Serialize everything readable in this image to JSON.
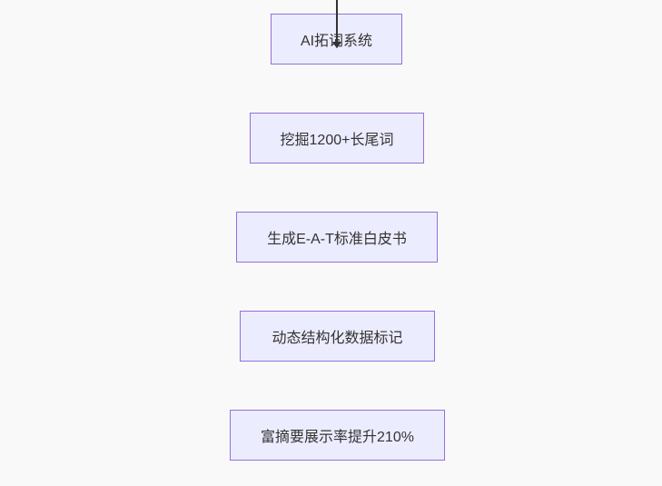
{
  "diagram": {
    "type": "flowchart",
    "direction": "top-down",
    "nodes": [
      {
        "id": "n1",
        "label": "AI拓词系统"
      },
      {
        "id": "n2",
        "label": "挖掘1200+长尾词"
      },
      {
        "id": "n3",
        "label": "生成E-A-T标准白皮书"
      },
      {
        "id": "n4",
        "label": "动态结构化数据标记"
      },
      {
        "id": "n5",
        "label": "富摘要展示率提升210%"
      }
    ],
    "edges": [
      {
        "from": "n1",
        "to": "n2",
        "style": "arrow-down"
      },
      {
        "from": "n2",
        "to": "n3",
        "style": "arrow-down"
      },
      {
        "from": "n3",
        "to": "n4",
        "style": "arrow-down"
      },
      {
        "from": "n4",
        "to": "n5",
        "style": "arrow-down"
      }
    ],
    "colors": {
      "node_fill": "#ECECFF",
      "node_border": "#9370DB",
      "arrow": "#333333",
      "text": "#333333",
      "background": "#f9f9f9"
    }
  }
}
